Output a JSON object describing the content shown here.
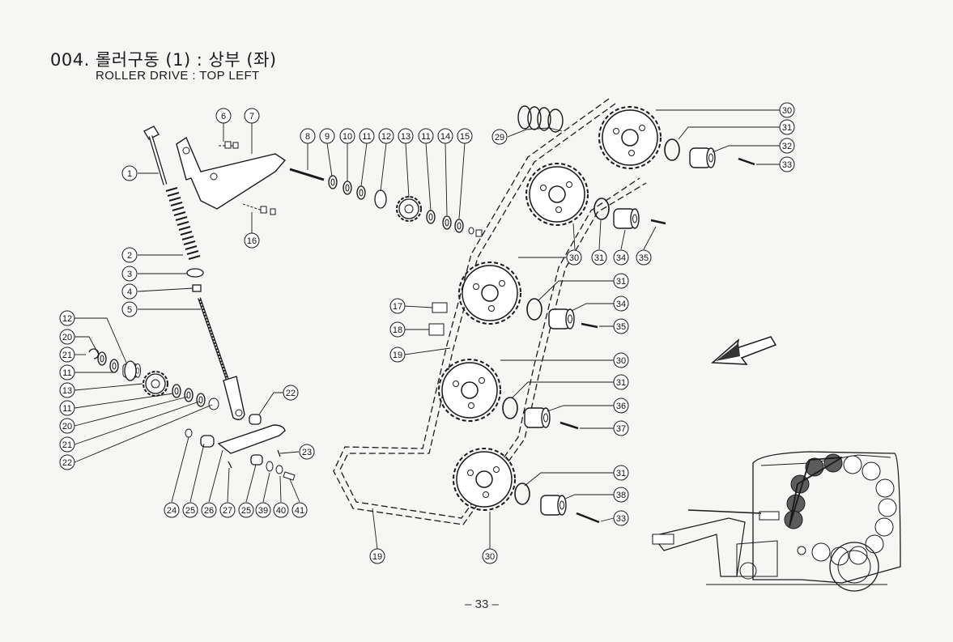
{
  "header": {
    "title_ko": "004. 롤러구동 (1) : 상부 (좌)",
    "title_en": "ROLLER DRIVE : TOP LEFT"
  },
  "footer": {
    "page_number": "– 33 –"
  },
  "direction_arrow": {
    "icon": "arrow-down-left-icon"
  },
  "colors": {
    "ink": "#1a1a1a",
    "paper": "#f6f6f4",
    "highlight_rollers": "#5c5c5c"
  },
  "callouts": [
    {
      "id": "c1",
      "label": "1"
    },
    {
      "id": "c2",
      "label": "2"
    },
    {
      "id": "c3",
      "label": "3"
    },
    {
      "id": "c4",
      "label": "4"
    },
    {
      "id": "c5",
      "label": "5"
    },
    {
      "id": "c6",
      "label": "6"
    },
    {
      "id": "c7",
      "label": "7"
    },
    {
      "id": "c8",
      "label": "8"
    },
    {
      "id": "c9",
      "label": "9"
    },
    {
      "id": "c10",
      "label": "10"
    },
    {
      "id": "c11a",
      "label": "11"
    },
    {
      "id": "c12a",
      "label": "12"
    },
    {
      "id": "c13a",
      "label": "13"
    },
    {
      "id": "c11b",
      "label": "11"
    },
    {
      "id": "c14",
      "label": "14"
    },
    {
      "id": "c15",
      "label": "15"
    },
    {
      "id": "c16",
      "label": "16"
    },
    {
      "id": "c12b",
      "label": "12"
    },
    {
      "id": "c20a",
      "label": "20"
    },
    {
      "id": "c21a",
      "label": "21"
    },
    {
      "id": "c11c",
      "label": "11"
    },
    {
      "id": "c13b",
      "label": "13"
    },
    {
      "id": "c11d",
      "label": "11"
    },
    {
      "id": "c20b",
      "label": "20"
    },
    {
      "id": "c21b",
      "label": "21"
    },
    {
      "id": "c22a",
      "label": "22"
    },
    {
      "id": "c22b",
      "label": "22"
    },
    {
      "id": "c23",
      "label": "23"
    },
    {
      "id": "c24",
      "label": "24"
    },
    {
      "id": "c25a",
      "label": "25"
    },
    {
      "id": "c26",
      "label": "26"
    },
    {
      "id": "c27",
      "label": "27"
    },
    {
      "id": "c25b",
      "label": "25"
    },
    {
      "id": "c39",
      "label": "39"
    },
    {
      "id": "c40",
      "label": "40"
    },
    {
      "id": "c41",
      "label": "41"
    },
    {
      "id": "c29",
      "label": "29"
    },
    {
      "id": "c17",
      "label": "17"
    },
    {
      "id": "c18",
      "label": "18"
    },
    {
      "id": "c19a",
      "label": "19"
    },
    {
      "id": "c19b",
      "label": "19"
    },
    {
      "id": "c30a",
      "label": "30"
    },
    {
      "id": "c31a",
      "label": "31"
    },
    {
      "id": "c32",
      "label": "32"
    },
    {
      "id": "c33a",
      "label": "33"
    },
    {
      "id": "c30b",
      "label": "30"
    },
    {
      "id": "c31b",
      "label": "31"
    },
    {
      "id": "c34a",
      "label": "34"
    },
    {
      "id": "c35a",
      "label": "35"
    },
    {
      "id": "c31c",
      "label": "31"
    },
    {
      "id": "c34b",
      "label": "34"
    },
    {
      "id": "c35b",
      "label": "35"
    },
    {
      "id": "c30c",
      "label": "30"
    },
    {
      "id": "c31d",
      "label": "31"
    },
    {
      "id": "c36",
      "label": "36"
    },
    {
      "id": "c37",
      "label": "37"
    },
    {
      "id": "c31e",
      "label": "31"
    },
    {
      "id": "c38",
      "label": "38"
    },
    {
      "id": "c33b",
      "label": "33"
    },
    {
      "id": "c30d",
      "label": "30"
    }
  ]
}
